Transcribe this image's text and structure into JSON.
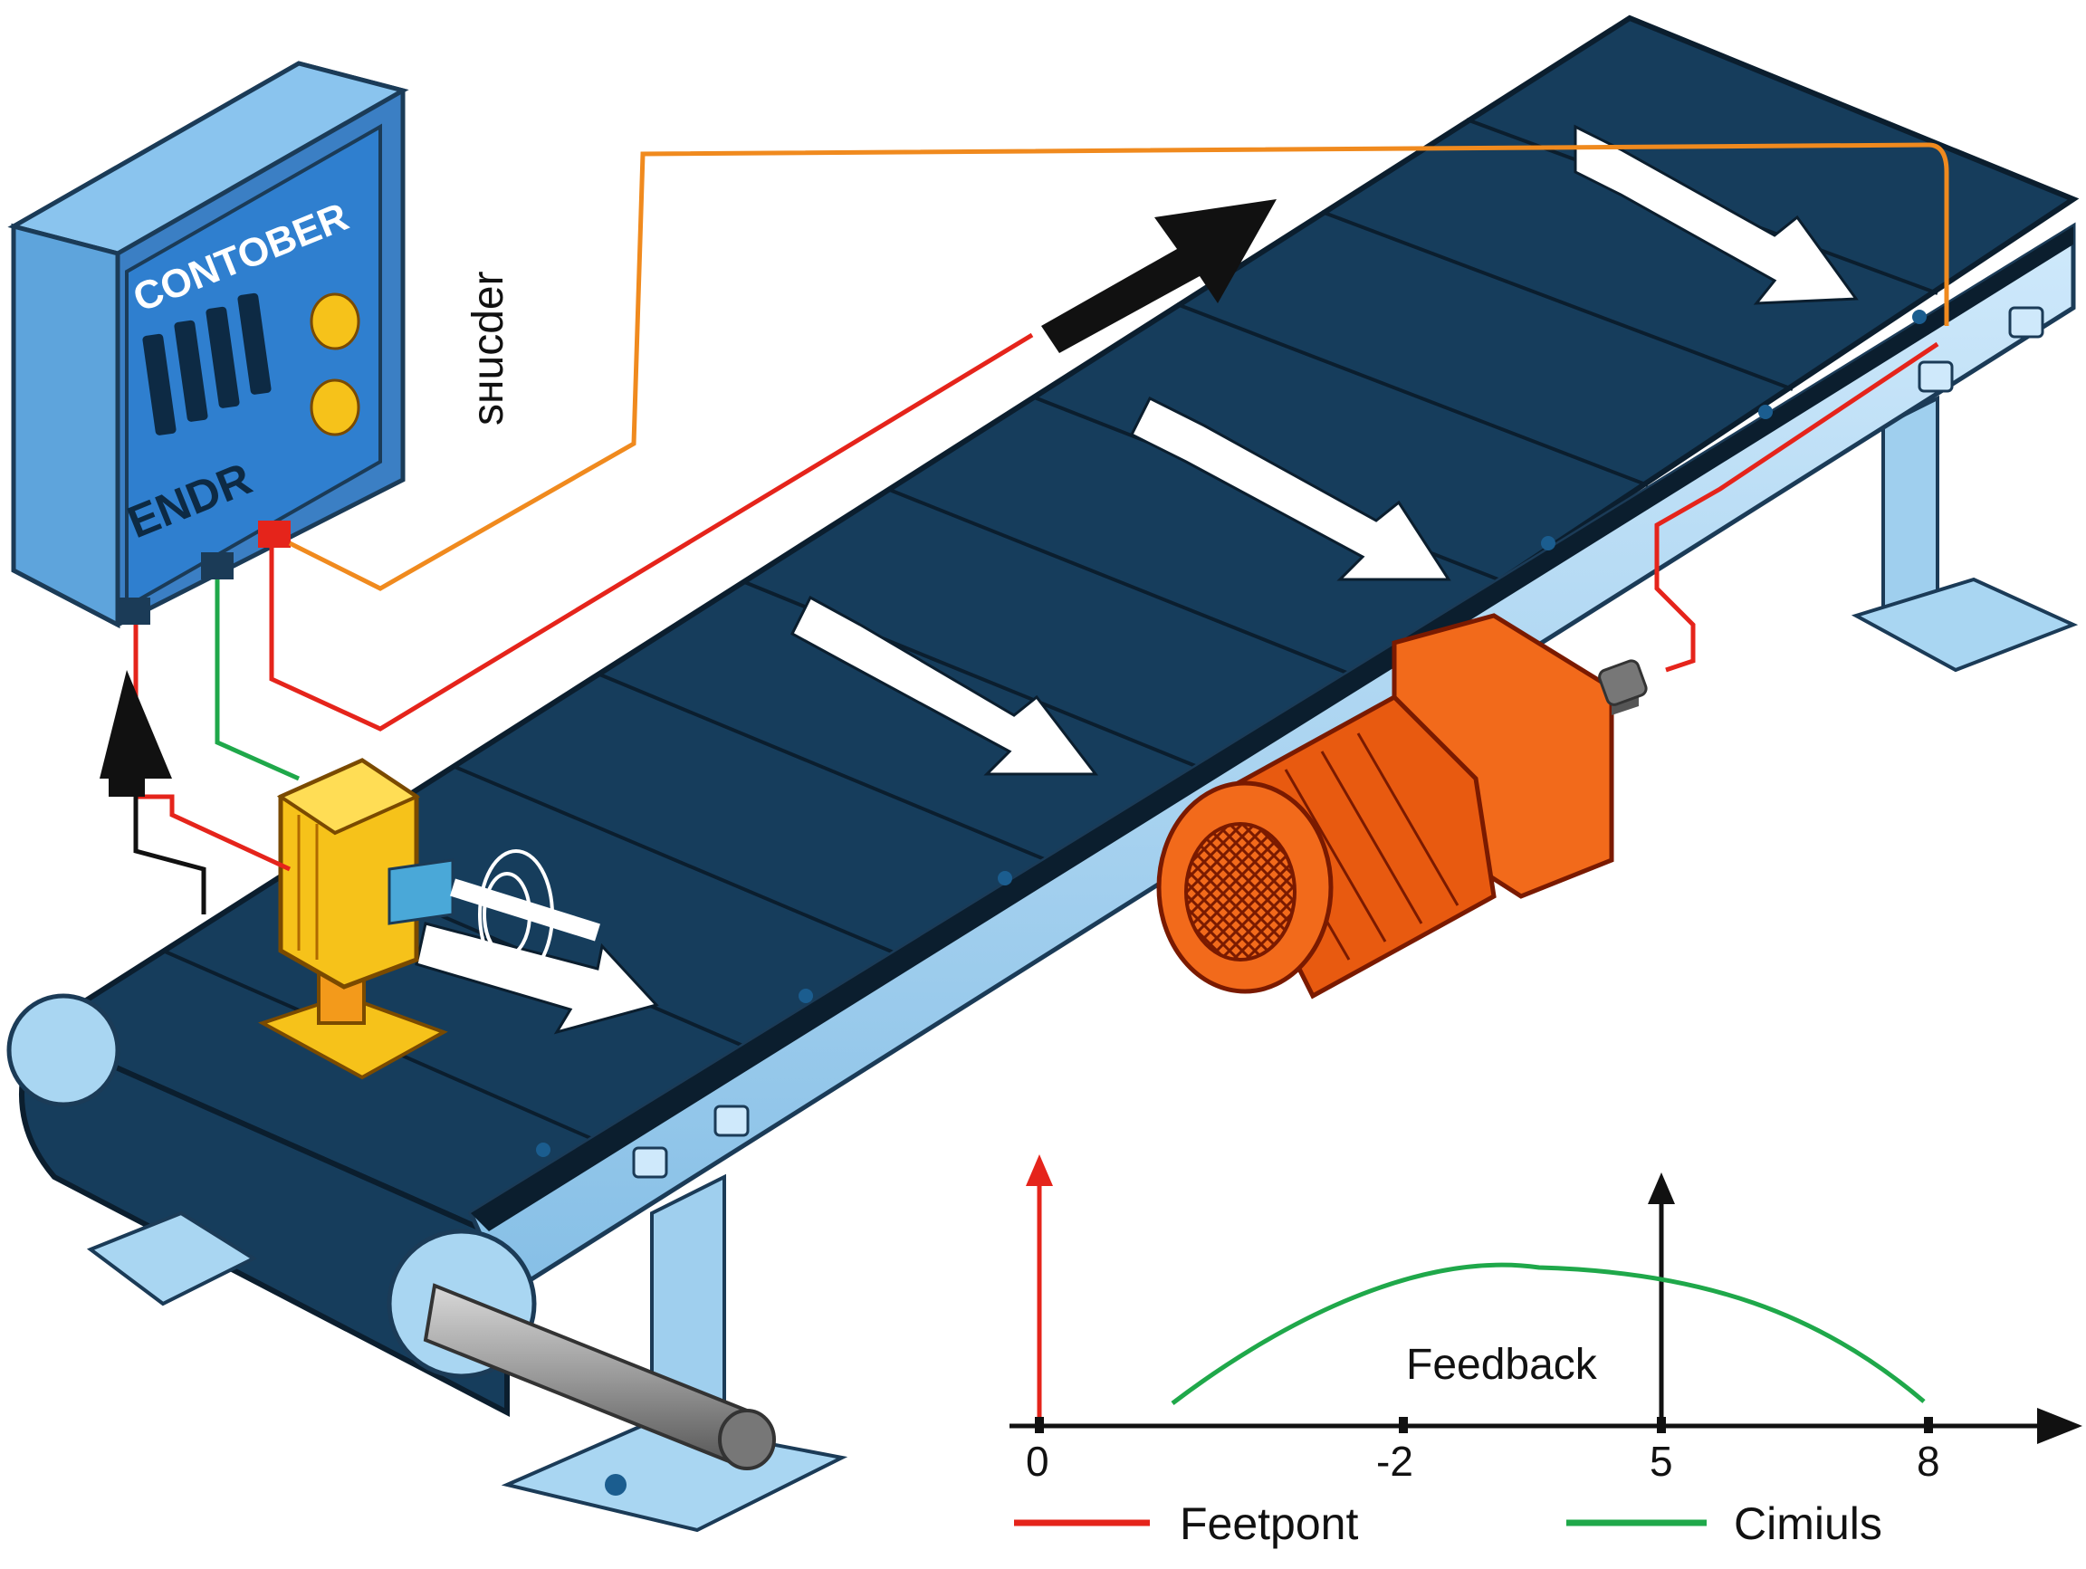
{
  "controller": {
    "title": "CONTOBER",
    "label": "ENDR"
  },
  "side_label": "sнucder",
  "chart": {
    "annotation": "Feedback",
    "ticks": [
      "0",
      "-2",
      "5",
      "8"
    ],
    "legend": [
      {
        "label": "Feetpont",
        "color": "#e5241b"
      },
      {
        "label": "Cimiuls",
        "color": "#1fa84a"
      }
    ]
  },
  "colors": {
    "belt": "#163d5c",
    "frame": "#a9d6f2",
    "motor": "#f26a1b",
    "sensor": "#f6c21a",
    "controller": "#2f7fcf",
    "wire_red": "#e5241b",
    "wire_orange": "#f08a1e",
    "wire_green": "#1fa84a"
  },
  "chart_data": {
    "type": "line",
    "x_ticks": [
      "0",
      "-2",
      "5",
      "8"
    ],
    "series": [
      {
        "name": "Cimiuls",
        "points": [
          [
            1,
            0.18
          ],
          [
            2.5,
            0.55
          ],
          [
            4,
            0.82
          ],
          [
            5.5,
            0.7
          ],
          [
            7,
            0.25
          ],
          [
            7.9,
            0.05
          ]
        ]
      }
    ],
    "markers": [
      {
        "at": "0",
        "color": "#e5241b"
      },
      {
        "at": "5",
        "color": "#111111"
      }
    ],
    "annotations": [
      "Feedback"
    ],
    "legend": [
      "Feetpont",
      "Cimiuls"
    ]
  }
}
